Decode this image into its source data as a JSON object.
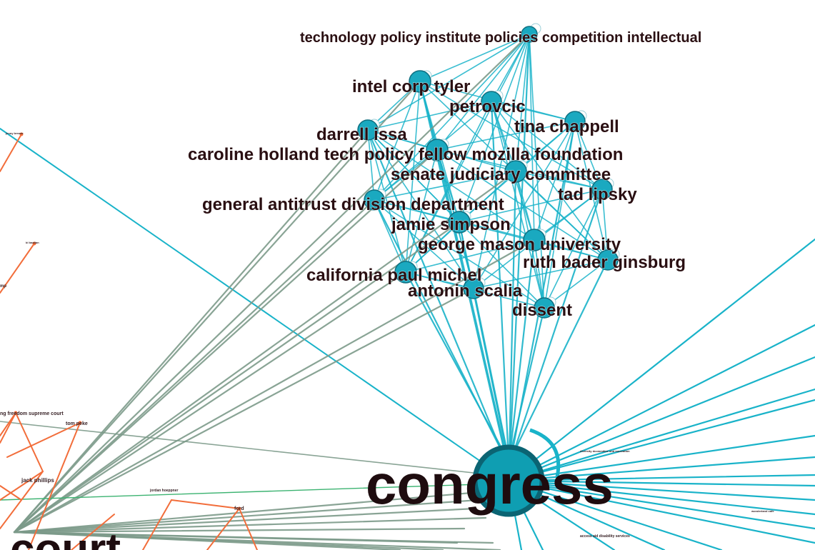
{
  "graph": {
    "colors": {
      "cluster_edge": "#19b3c9",
      "cluster_node": "#1aa9c0",
      "cluster_node_stroke": "#0e6f80",
      "gray_edge": "#7c9a8a",
      "orange_edge": "#f26d3a",
      "green_edge": "#3cb371",
      "label": "#2a0f12"
    },
    "labels": {
      "tpi": "technology policy institute policies competition intellectual",
      "intel": "intel corp tyler",
      "petrovcic": "petrovcic",
      "chappell": "tina chappell",
      "issa": "darrell issa",
      "holland": "caroline holland tech policy fellow mozilla foundation",
      "senate": "senate judiciary committee",
      "lipsky": "tad lipsky",
      "antitrust": "general antitrust division department",
      "simpson": "jamie simpson",
      "gmu": "george mason university",
      "ginsburg": "ruth bader ginsburg",
      "michel": "california paul michel",
      "scalia": "antonin scalia",
      "dissent": "dissent",
      "congress": "congress",
      "court": "court",
      "freedom": "ng freedom supreme court",
      "tonypeke": "tom peke",
      "jackphillips": "jack phillips",
      "jordanhoeppner": "jordan hoeppner",
      "ford": "ford",
      "mp": "mp",
      "bastian": "bl bastian",
      "johnbrewer": "jenny brewer",
      "diversity": "diversity  dcommittee and innovation",
      "access": "access aid disability services",
      "wonderland": "wonderland cafe"
    }
  }
}
